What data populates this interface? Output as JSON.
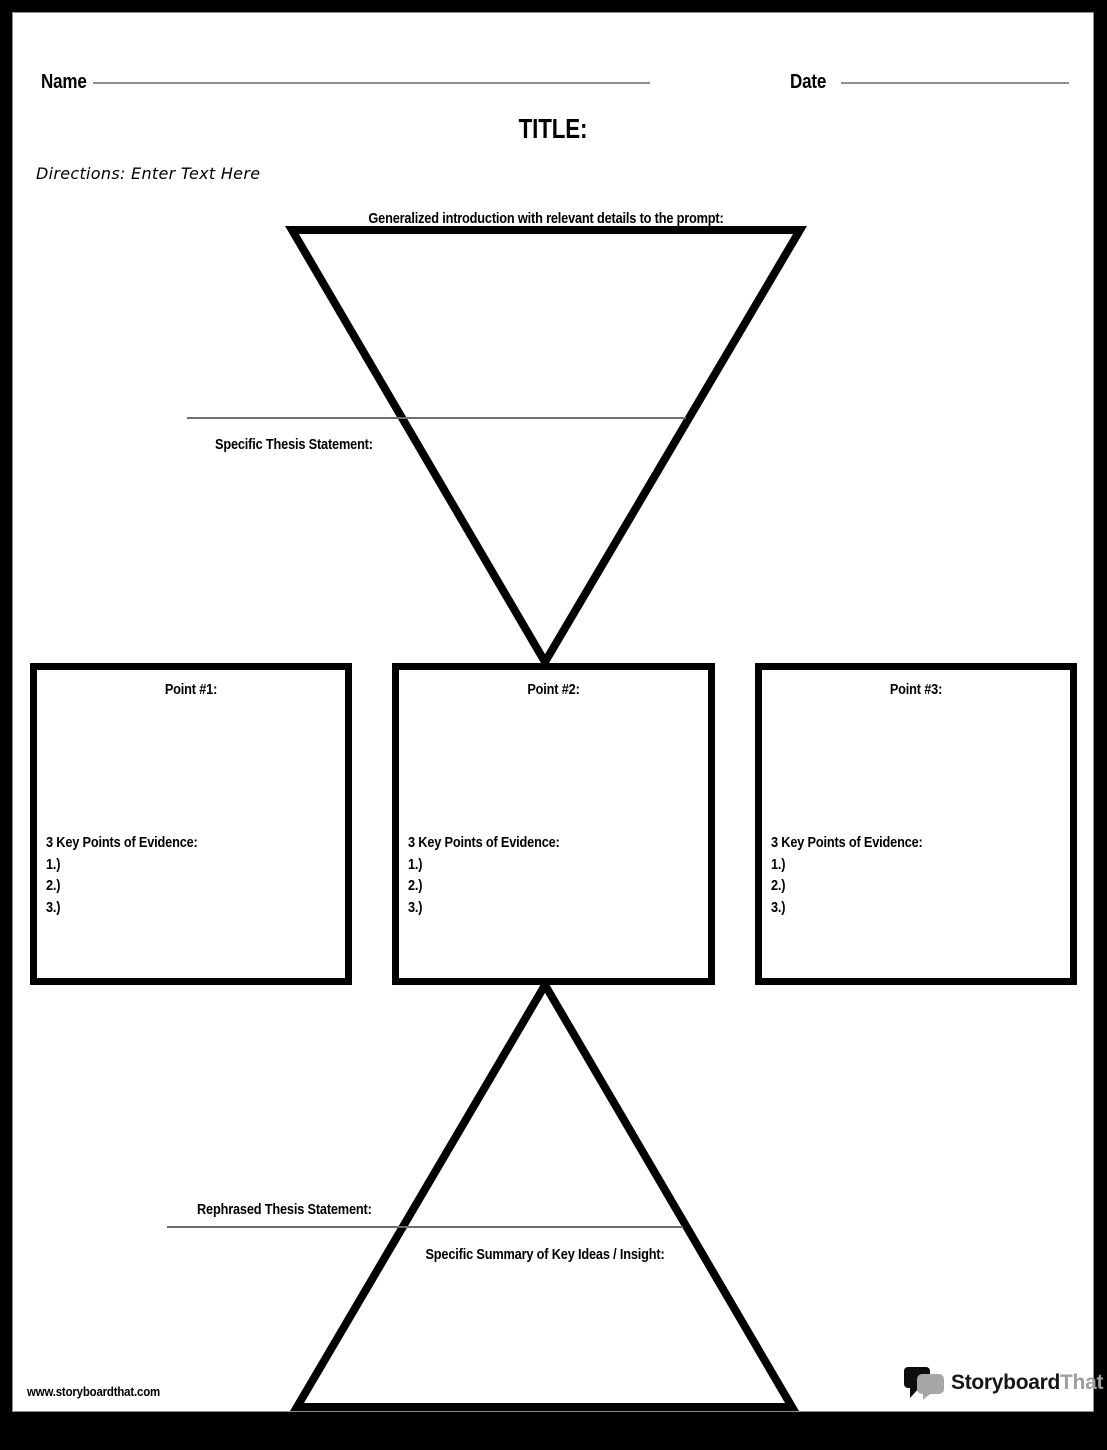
{
  "header": {
    "name_label": "Name",
    "date_label": "Date",
    "title": "TITLE:",
    "directions": "Directions: Enter Text Here"
  },
  "funnel": {
    "intro_label": "Generalized introduction with relevant details to the prompt:",
    "thesis_label": "Specific Thesis Statement:"
  },
  "points": [
    {
      "title": "Point #1:",
      "evidence_heading": "3 Key Points of Evidence:",
      "evidence_items": [
        "1.)",
        "2.)",
        "3.)"
      ]
    },
    {
      "title": "Point #2:",
      "evidence_heading": "3 Key Points of Evidence:",
      "evidence_items": [
        "1.)",
        "2.)",
        "3.)"
      ]
    },
    {
      "title": "Point #3:",
      "evidence_heading": "3 Key Points of Evidence:",
      "evidence_items": [
        "1.)",
        "2.)",
        "3.)"
      ]
    }
  ],
  "conclusion": {
    "rephrased_label": "Rephrased Thesis Statement:",
    "summary_label": "Specific Summary of Key Ideas / Insight:"
  },
  "footer": {
    "website": "www.storyboardthat.com",
    "logo_primary": "Storyboard",
    "logo_secondary": "That"
  },
  "colors": {
    "ink": "#000000",
    "rule_gray": "#6e6e6e",
    "logo_gray": "#9e9e9e"
  }
}
